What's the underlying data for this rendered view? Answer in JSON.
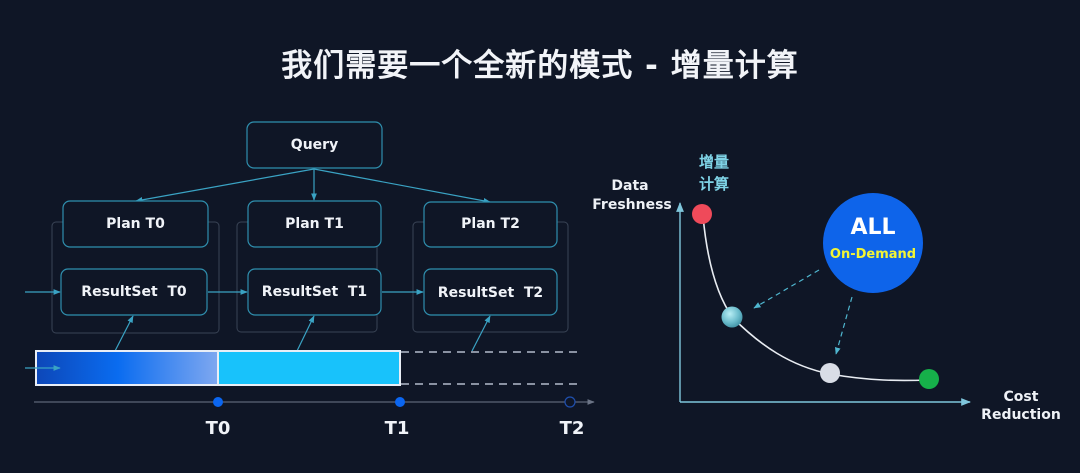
{
  "title": "我们需要一个全新的模式 - 增量计算",
  "left_diagram": {
    "query_label": "Query",
    "plans": [
      "Plan T0",
      "Plan T1",
      "Plan T2"
    ],
    "result_sets": [
      "ResultSet  T0",
      "ResultSet  T1",
      "ResultSet  T2"
    ],
    "timeline_labels": [
      "T0",
      "T1",
      "T2"
    ]
  },
  "right_chart": {
    "y_axis_label_line1": "Data",
    "y_axis_label_line2": "Freshness",
    "x_axis_label_line1": "Cost",
    "x_axis_label_line2": "Reduction",
    "top_point_label_line1": "增量",
    "top_point_label_line2": "计算",
    "bubble_title": "ALL",
    "bubble_subtitle": "On-Demand"
  },
  "colors": {
    "background": "#0f1626",
    "box_border": "#2f8fae",
    "arrow": "#3aa3c4",
    "bar_gradient_start": "#0d47b8",
    "bar_gradient_mid": "#0a6cf0",
    "bar_gradient_end": "#7fa8f0",
    "bar_cyan": "#18c2fb",
    "bubble": "#0e64ea",
    "bubble_subtitle": "#f3f534",
    "point_red": "#ef4a5a",
    "point_cyan": "#7cc7d6",
    "point_white": "#d9dde6",
    "point_green": "#16b04a"
  }
}
